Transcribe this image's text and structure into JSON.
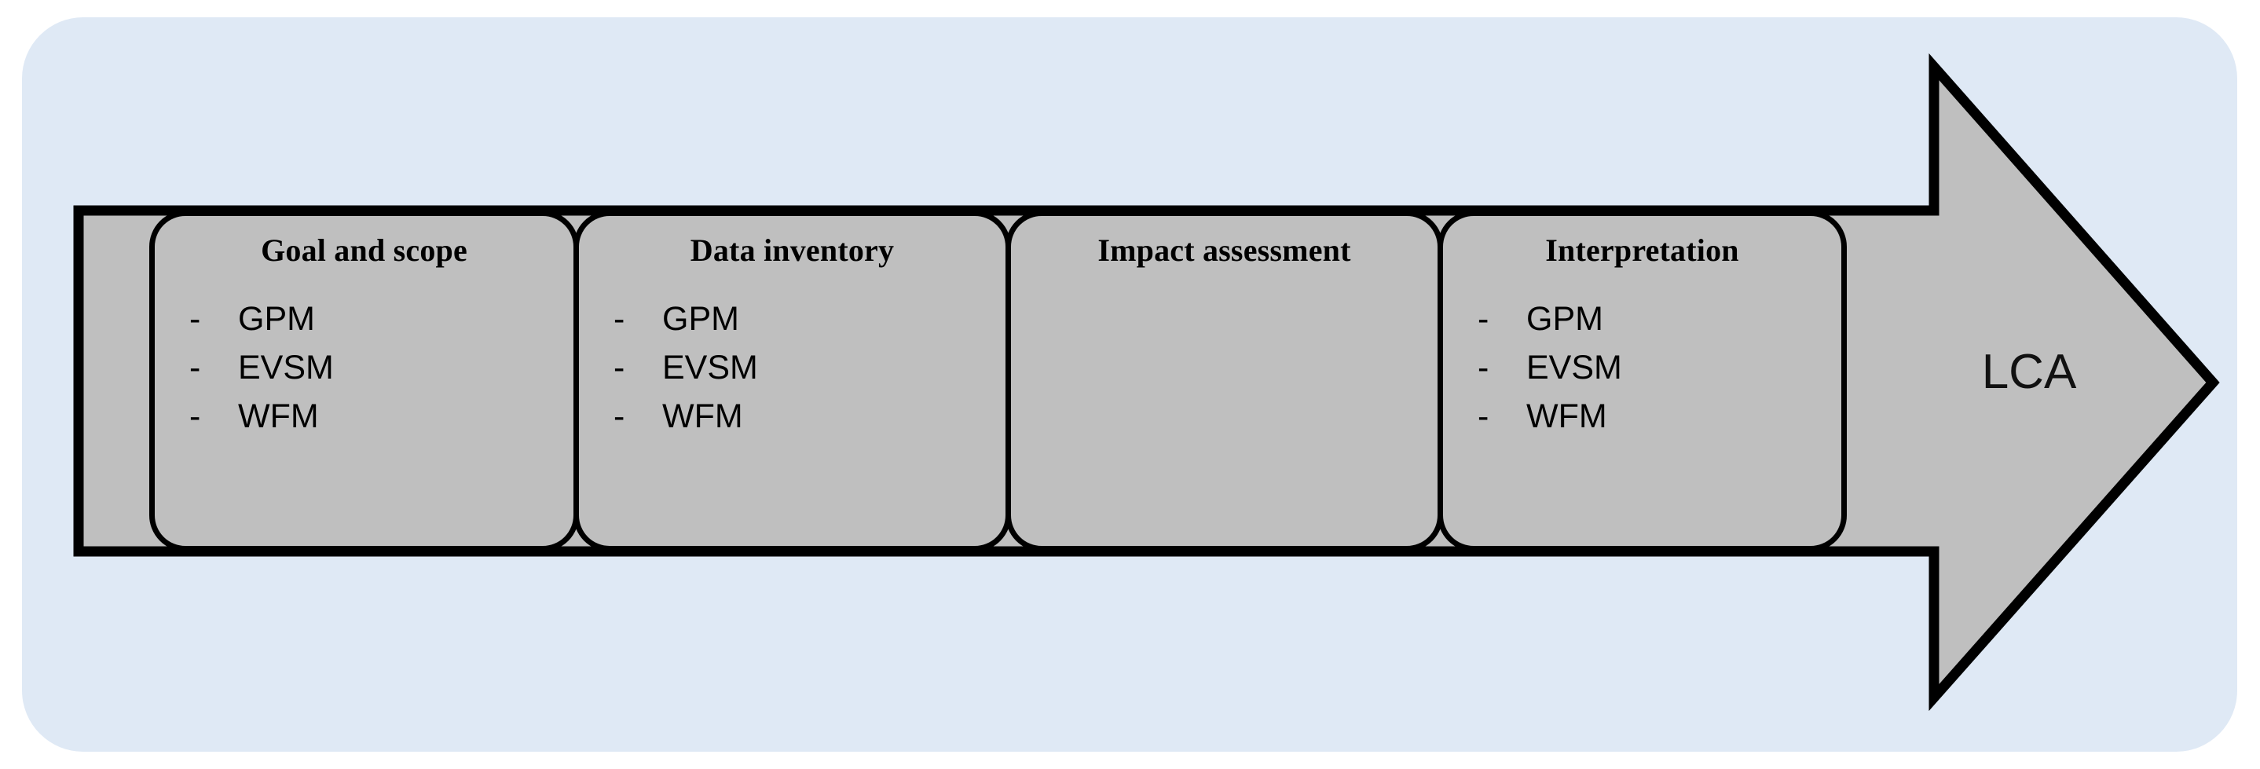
{
  "diagram": {
    "title_label": "LCA",
    "backdrop_color": "#dfe9f5",
    "shape_fill_color": "#bfbfbf",
    "outline_color": "#000000",
    "arrow_label": "LCA",
    "stages": [
      {
        "title": "Goal and scope",
        "items": [
          {
            "bullet": "-",
            "text": "GPM"
          },
          {
            "bullet": "-",
            "text": "EVSM"
          },
          {
            "bullet": "-",
            "text": "WFM"
          }
        ]
      },
      {
        "title": "Data inventory",
        "items": [
          {
            "bullet": "-",
            "text": "GPM"
          },
          {
            "bullet": "-",
            "text": "EVSM"
          },
          {
            "bullet": "-",
            "text": "WFM"
          }
        ]
      },
      {
        "title": "Impact assessment",
        "items": []
      },
      {
        "title": "Interpretation",
        "items": [
          {
            "bullet": "-",
            "text": "GPM"
          },
          {
            "bullet": "-",
            "text": "EVSM"
          },
          {
            "bullet": "-",
            "text": "WFM"
          }
        ]
      }
    ]
  }
}
